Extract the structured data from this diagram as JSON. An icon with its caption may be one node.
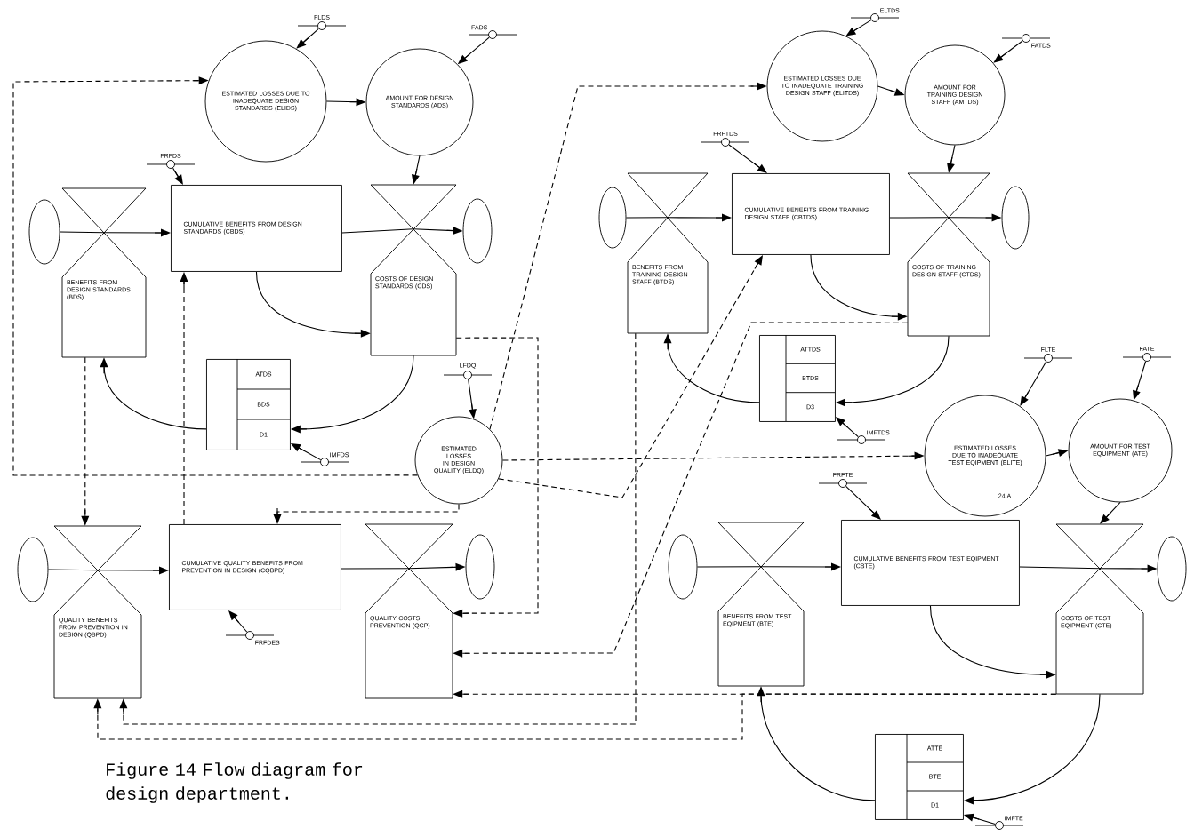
{
  "diagram": {
    "caption": "Figure 14 Flow diagram for design department.",
    "nodes": [
      {
        "text": [
          "FLDS"
        ]
      },
      {
        "text": [
          "ESTIMATED LOSSES DUE TO INADEQUATE DESIGN STANDARDS (ELIDS)"
        ]
      },
      {
        "text": [
          "FADS"
        ]
      },
      {
        "text": [
          "AMOUNT FOR DESIGN STANDARDS (ADS)"
        ]
      },
      {
        "text": [
          "FRFDS"
        ]
      },
      {
        "text": [],
        "shape": "cloud"
      },
      {
        "text": [
          "BENEFITS FROM DESIGN STANDARDS (BDS)"
        ]
      },
      {
        "text": [
          "CUMULATIVE BENEFITS FROM DESIGN STANDARDS (CBDS)"
        ]
      },
      {
        "text": [
          "COSTS OF DESIGN STANDARDS (CDS)"
        ]
      },
      {
        "text": [],
        "shape": "cloud"
      },
      {
        "text": [
          "ATDS",
          "BDS",
          "D1"
        ]
      },
      {
        "text": [
          "IMFDS"
        ]
      },
      {
        "text": [
          "LFDQ"
        ]
      },
      {
        "text": [
          "ESTIMATED LOSSES IN DESIGN QUALITY (ELDQ)"
        ]
      },
      {
        "text": [],
        "shape": "cloud"
      },
      {
        "text": [
          "QUALITY BENEFITS FROM PREVENTION IN DESIGN (QBPD)"
        ]
      },
      {
        "text": [
          "CUMULATIVE QUALITY BENEFITS FROM PREVENTION IN DESIGN (CQBPD)"
        ]
      },
      {
        "text": [
          "FRFDES"
        ]
      },
      {
        "text": [
          "QUALITY COSTS PREVENTION (QCP)"
        ]
      },
      {
        "text": [],
        "shape": "cloud"
      },
      {
        "text": [
          "ELTDS"
        ]
      },
      {
        "text": [
          "ESTIMATED LOSSES DUE TO INADEQUATE TRAINING DESIGN STAFF (ELITDS)"
        ]
      },
      {
        "text": [
          "FATDS"
        ]
      },
      {
        "text": [
          "AMOUNT FOR TRAINING DESIGN STAFF (AMTDS)"
        ]
      },
      {
        "text": [
          "FRFTDS"
        ]
      },
      {
        "text": [],
        "shape": "cloud"
      },
      {
        "text": [
          "BENEFITS FROM TRAINING DESIGN STAFF (BTDS)"
        ]
      },
      {
        "text": [
          "CUMULATIVE BENEFITS FROM TRAINING DESIGN STAFF (CBTDS)"
        ]
      },
      {
        "text": [
          "COSTS OF TRAINING DESIGN STAFF (CTDS)"
        ]
      },
      {
        "text": [],
        "shape": "cloud"
      },
      {
        "text": [
          "ATTDS",
          "BTDS",
          "D3"
        ]
      },
      {
        "text": [
          "IMFTDS"
        ]
      },
      {
        "text": [
          "FLTE"
        ]
      },
      {
        "text": [
          "FATE"
        ]
      },
      {
        "text": [
          "ESTIMATED LOSSES DUE TO INADEQUATE TEST EQIPMENT (ELITE)"
        ]
      },
      {
        "text": [
          "AMOUNT FOR TEST EQUIPMENT (ATE)"
        ]
      },
      {
        "text": [
          "FRFTE"
        ]
      },
      {
        "text": [],
        "shape": "cloud"
      },
      {
        "text": [
          "BENEFITS FROM TEST EQIPMENT (BTE)"
        ]
      },
      {
        "text": [
          "CUMULATIVE BENEFITS FROM TEST EQIPMENT (CBTE)"
        ]
      },
      {
        "text": [
          "COSTS OF TEST EQIPMENT (CTE)"
        ]
      },
      {
        "text": [],
        "shape": "cloud"
      },
      {
        "text": [
          "ATTE",
          "BTE",
          "D1"
        ]
      },
      {
        "text": [
          "IMFTE"
        ]
      }
    ],
    "edges": [
      {
        "from": 0,
        "to": 1,
        "arrow": "to"
      },
      {
        "from": 2,
        "to": 3,
        "arrow": "to"
      },
      {
        "from": 1,
        "to": 3,
        "arrow": "to"
      },
      {
        "from": 3,
        "to": 8,
        "arrow": "to"
      },
      {
        "from": 4,
        "to": 7,
        "arrow": "to"
      },
      {
        "from": 5,
        "to": 6,
        "arrow": "none"
      },
      {
        "from": 6,
        "to": 7,
        "arrow": "to"
      },
      {
        "from": 7,
        "to": 8,
        "arrow": "none"
      },
      {
        "from": 8,
        "to": 9,
        "arrow": "to"
      },
      {
        "from": 7,
        "to": 8,
        "arrow": "to"
      },
      {
        "from": 8,
        "to": 10,
        "arrow": "to"
      },
      {
        "from": 10,
        "to": 6,
        "arrow": "to"
      },
      {
        "from": 11,
        "to": 10,
        "arrow": "to"
      },
      {
        "from": 12,
        "to": 13,
        "arrow": "to"
      },
      {
        "from": 14,
        "to": 15,
        "arrow": "none"
      },
      {
        "from": 15,
        "to": 16,
        "arrow": "to"
      },
      {
        "from": 16,
        "to": 18,
        "arrow": "none"
      },
      {
        "from": 18,
        "to": 19,
        "arrow": "to"
      },
      {
        "from": 17,
        "to": 16,
        "arrow": "to"
      },
      {
        "from": 20,
        "to": 21,
        "arrow": "to"
      },
      {
        "from": 22,
        "to": 23,
        "arrow": "to"
      },
      {
        "from": 21,
        "to": 23,
        "arrow": "to"
      },
      {
        "from": 23,
        "to": 28,
        "arrow": "to"
      },
      {
        "from": 24,
        "to": 27,
        "arrow": "to"
      },
      {
        "from": 25,
        "to": 26,
        "arrow": "none"
      },
      {
        "from": 26,
        "to": 27,
        "arrow": "to"
      },
      {
        "from": 27,
        "to": 28,
        "arrow": "none"
      },
      {
        "from": 28,
        "to": 29,
        "arrow": "to"
      },
      {
        "from": 27,
        "to": 28,
        "arrow": "to"
      },
      {
        "from": 28,
        "to": 30,
        "arrow": "to"
      },
      {
        "from": 30,
        "to": 26,
        "arrow": "to"
      },
      {
        "from": 31,
        "to": 30,
        "arrow": "to"
      },
      {
        "from": 32,
        "to": 34,
        "arrow": "to"
      },
      {
        "from": 33,
        "to": 35,
        "arrow": "to"
      },
      {
        "from": 34,
        "to": 35,
        "arrow": "to"
      },
      {
        "from": 35,
        "to": 40,
        "arrow": "to"
      },
      {
        "from": 36,
        "to": 39,
        "arrow": "to"
      },
      {
        "from": 37,
        "to": 38,
        "arrow": "none"
      },
      {
        "from": 38,
        "to": 39,
        "arrow": "to"
      },
      {
        "from": 39,
        "to": 40,
        "arrow": "none"
      },
      {
        "from": 40,
        "to": 41,
        "arrow": "to"
      },
      {
        "from": 39,
        "to": 40,
        "arrow": "to"
      },
      {
        "from": 40,
        "to": 42,
        "arrow": "to"
      },
      {
        "from": 42,
        "to": 38,
        "arrow": "to"
      },
      {
        "from": 43,
        "to": 42,
        "arrow": "to"
      },
      {
        "from": 13,
        "to": 1,
        "arrow": "to",
        "style": "dashed"
      },
      {
        "from": 13,
        "to": 21,
        "arrow": "to",
        "style": "dashed"
      },
      {
        "from": 13,
        "to": 34,
        "arrow": "to",
        "style": "dashed"
      },
      {
        "from": 6,
        "to": 15,
        "arrow": "to",
        "style": "dashed"
      },
      {
        "from": 16,
        "to": 7,
        "arrow": "to",
        "style": "dashed"
      },
      {
        "from": 8,
        "to": 18,
        "arrow": "to",
        "style": "dashed"
      },
      {
        "from": 13,
        "to": 16,
        "arrow": "to",
        "style": "dashed"
      },
      {
        "from": 13,
        "to": 27,
        "arrow": "to",
        "style": "dashed"
      },
      {
        "from": 26,
        "to": 15,
        "arrow": "to",
        "style": "dashed"
      },
      {
        "from": 28,
        "to": 18,
        "arrow": "to",
        "style": "dashed"
      },
      {
        "from": 40,
        "to": 18,
        "arrow": "to",
        "style": "dashed"
      },
      {
        "from": 40,
        "to": 15,
        "arrow": "to",
        "style": "dashed"
      }
    ],
    "labels": [
      "24 A"
    ]
  }
}
